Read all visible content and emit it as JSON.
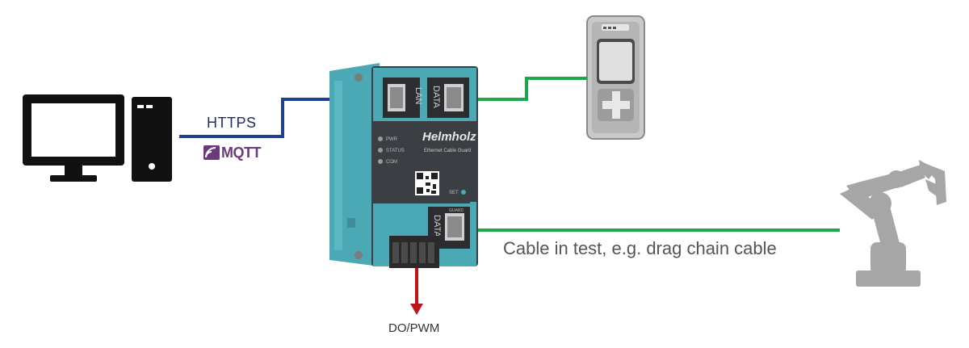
{
  "labels": {
    "https": "HTTPS",
    "mqtt": "MQTT",
    "cable_in_test": "Cable in test, e.g. drag chain cable",
    "do_pwm": "DO/PWM"
  },
  "device": {
    "brand": "Helmholz",
    "product": "Ethernet Cable Guard",
    "port_lan": "LAN",
    "port_data_top": "DATA",
    "port_data_bottom": "DATA",
    "led_pwr": "PWR",
    "led_status": "STATUS",
    "led_com": "COM",
    "set_label": "SET",
    "guard_label": "GUARD"
  },
  "icons": {
    "computer": "desktop-computer-icon",
    "panel": "handheld-panel-icon",
    "robot": "industrial-robot-icon"
  },
  "colors": {
    "https_line": "#1f3f8f",
    "data_line": "#1aa84b",
    "output_arrow": "#c0141b",
    "device_teal": "#4aa9b5",
    "device_dark": "#3b3e42",
    "robot_gray": "#a6a6a6"
  }
}
